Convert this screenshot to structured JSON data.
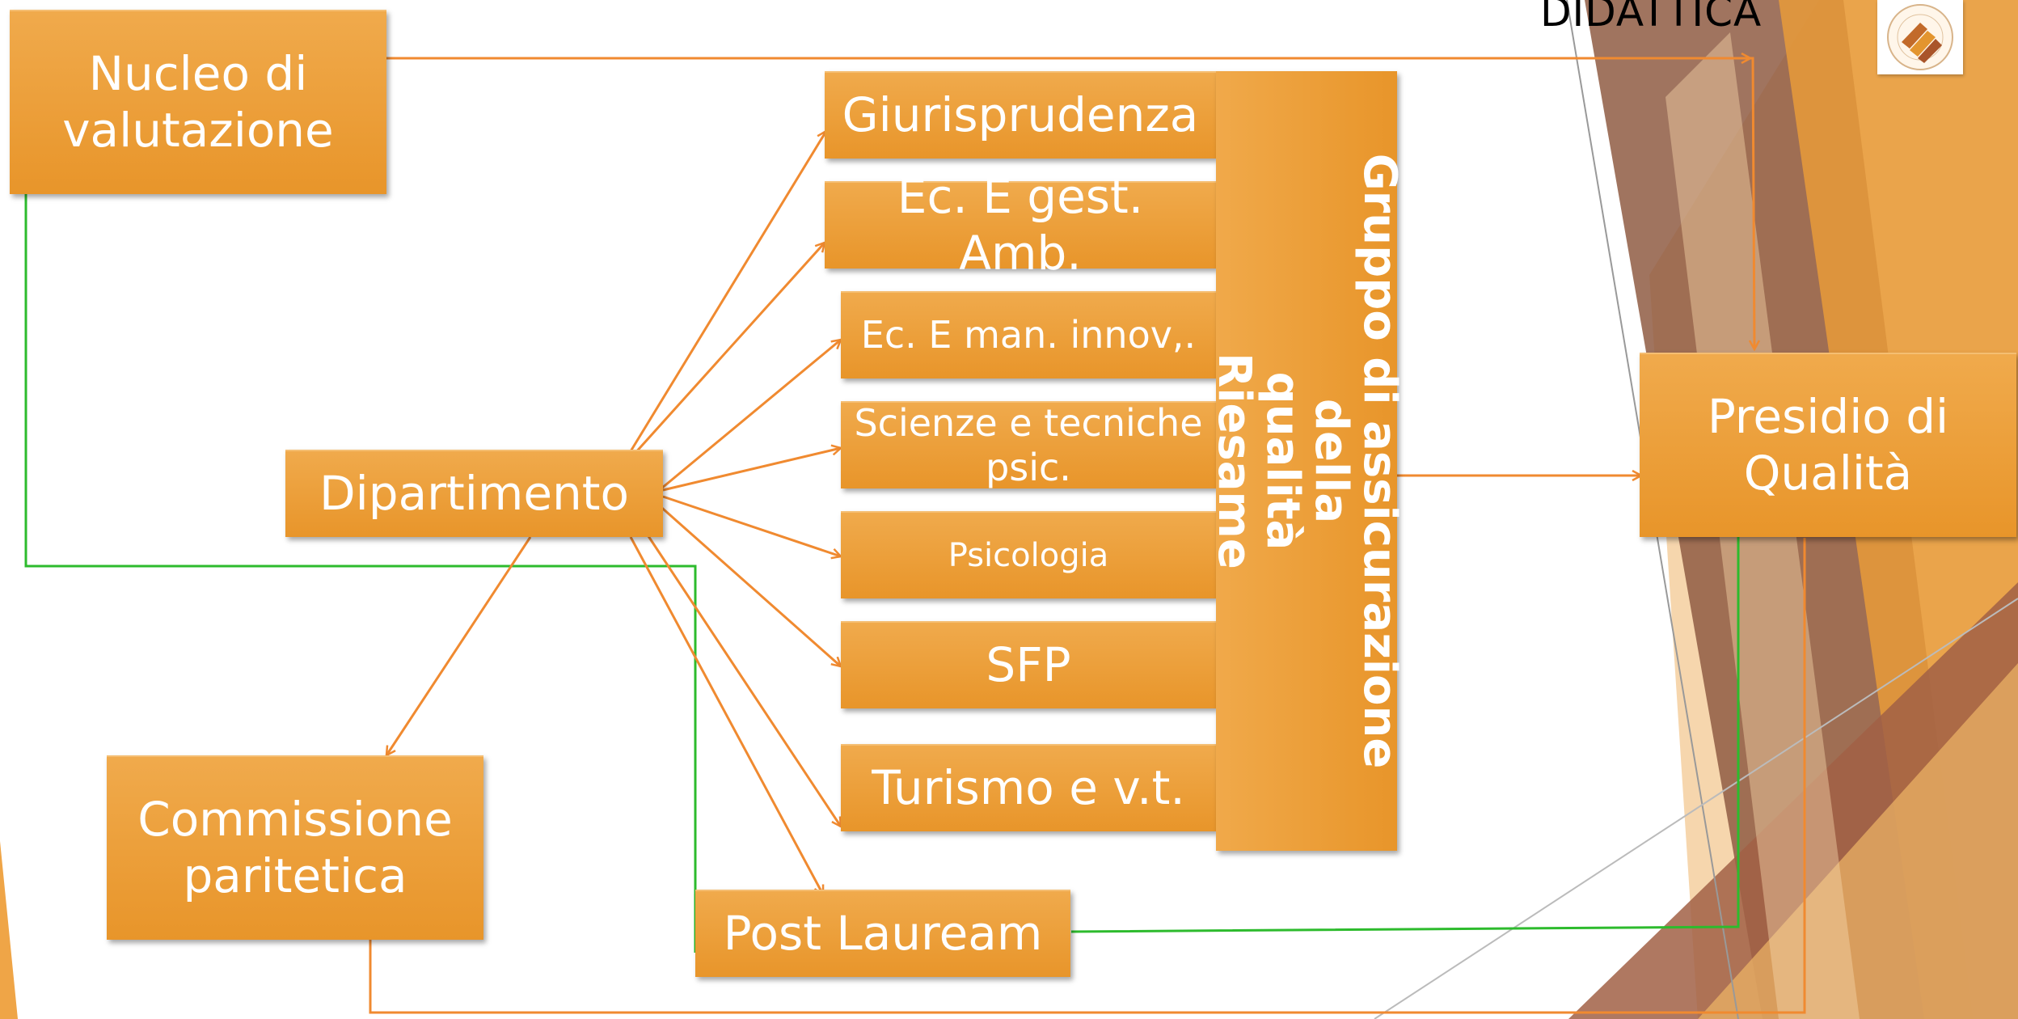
{
  "header": {
    "text": "DIDATTICA"
  },
  "logo": {
    "name": "university-seal"
  },
  "colors": {
    "box": "#e8952a",
    "box_text": "#ffffff",
    "orange_arrow": "#f08a30",
    "green_line": "#2dbb2d",
    "bg_brown": "#8f5c43",
    "bg_tan": "#f3c892"
  },
  "nodes": {
    "nucleo": "Nucleo di\nvalutazione",
    "dipartimento": "Dipartimento",
    "commissione": "Commissione\nparitetica",
    "post_lauream": "Post Lauream",
    "presidio": "Presidio di\nQualità",
    "gruppo": "Gruppo di assicurazione della\nqualità\nRiesame"
  },
  "courses": [
    "Giurisprudenza",
    "Ec. E gest.\nAmb.",
    "Ec. E man. innov,.",
    "Scienze e tecniche\npsic.",
    "Psicologia",
    "SFP",
    "Turismo e v.t."
  ]
}
